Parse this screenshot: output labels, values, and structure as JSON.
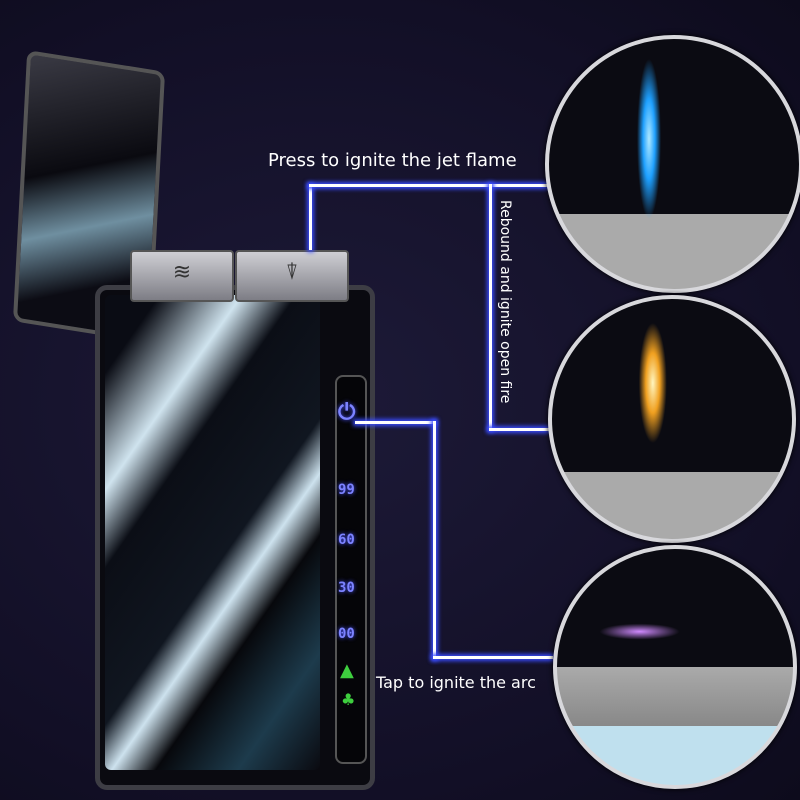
{
  "labels": {
    "jet": "Press to ignite the jet flame",
    "open": "Rebound and ignite open fire",
    "arc": "Tap to ignite the arc"
  },
  "display": {
    "power_icon": "power-icon",
    "levels": [
      "99",
      "60",
      "30",
      "00"
    ],
    "warning_icon": "warning-triangle-icon",
    "tree_icon": "tree-icon"
  },
  "colors": {
    "glow": "#3a4cff",
    "display": "#7c83ff",
    "indicator": "#3ecf3e"
  }
}
